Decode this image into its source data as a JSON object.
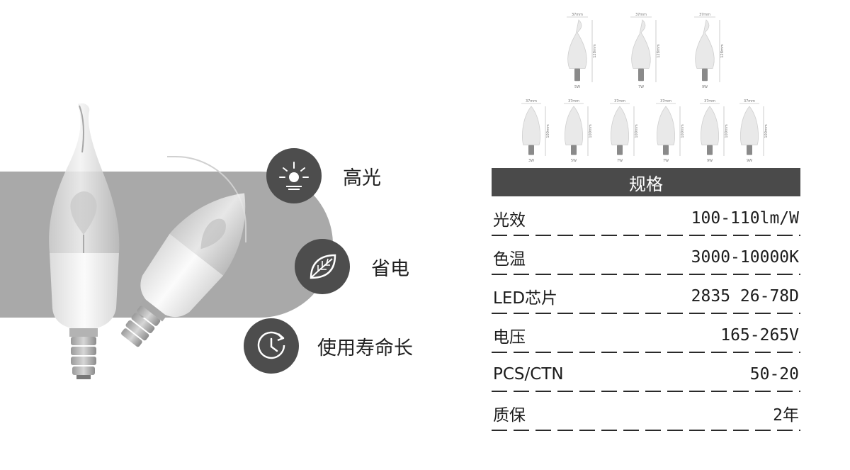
{
  "features": [
    {
      "icon": "sun-light-icon",
      "label": "高光"
    },
    {
      "icon": "leaf-icon",
      "label": "省电"
    },
    {
      "icon": "clock-icon",
      "label": "使用寿命长"
    }
  ],
  "spec_drawings": {
    "top_row": [
      {
        "width_dim": "37mm",
        "height_dim": "128mm",
        "power": "5W"
      },
      {
        "width_dim": "37mm",
        "height_dim": "128mm",
        "power": "7W"
      },
      {
        "width_dim": "37mm",
        "height_dim": "128mm",
        "power": "9W"
      }
    ],
    "bottom_row": [
      {
        "width_dim": "37mm",
        "height_dim": "100mm",
        "power": "3W"
      },
      {
        "width_dim": "37mm",
        "height_dim": "100mm",
        "power": "5W"
      },
      {
        "width_dim": "37mm",
        "height_dim": "100mm",
        "power": "7W"
      },
      {
        "width_dim": "37mm",
        "height_dim": "100mm",
        "power": "7W"
      },
      {
        "width_dim": "37mm",
        "height_dim": "100mm",
        "power": "9W"
      },
      {
        "width_dim": "37mm",
        "height_dim": "100mm",
        "power": "9W"
      }
    ]
  },
  "spec_table": {
    "header": "规格",
    "rows": [
      {
        "key": "光效",
        "value": "100-110lm/W"
      },
      {
        "key": "色温",
        "value": "3000-10000K"
      },
      {
        "key": "LED芯片",
        "value": "2835 26-78D"
      },
      {
        "key": "电压",
        "value": "165-265V"
      },
      {
        "key": "PCS/CTN",
        "value": "50-20"
      },
      {
        "key": "质保",
        "value": "2年"
      }
    ]
  },
  "colors": {
    "band": "#a9a9a9",
    "icon_circle": "#4d4d4d",
    "table_header": "#4a4a4a",
    "bulb_base": "#eeeeee",
    "screw": "#b9b9b9"
  }
}
